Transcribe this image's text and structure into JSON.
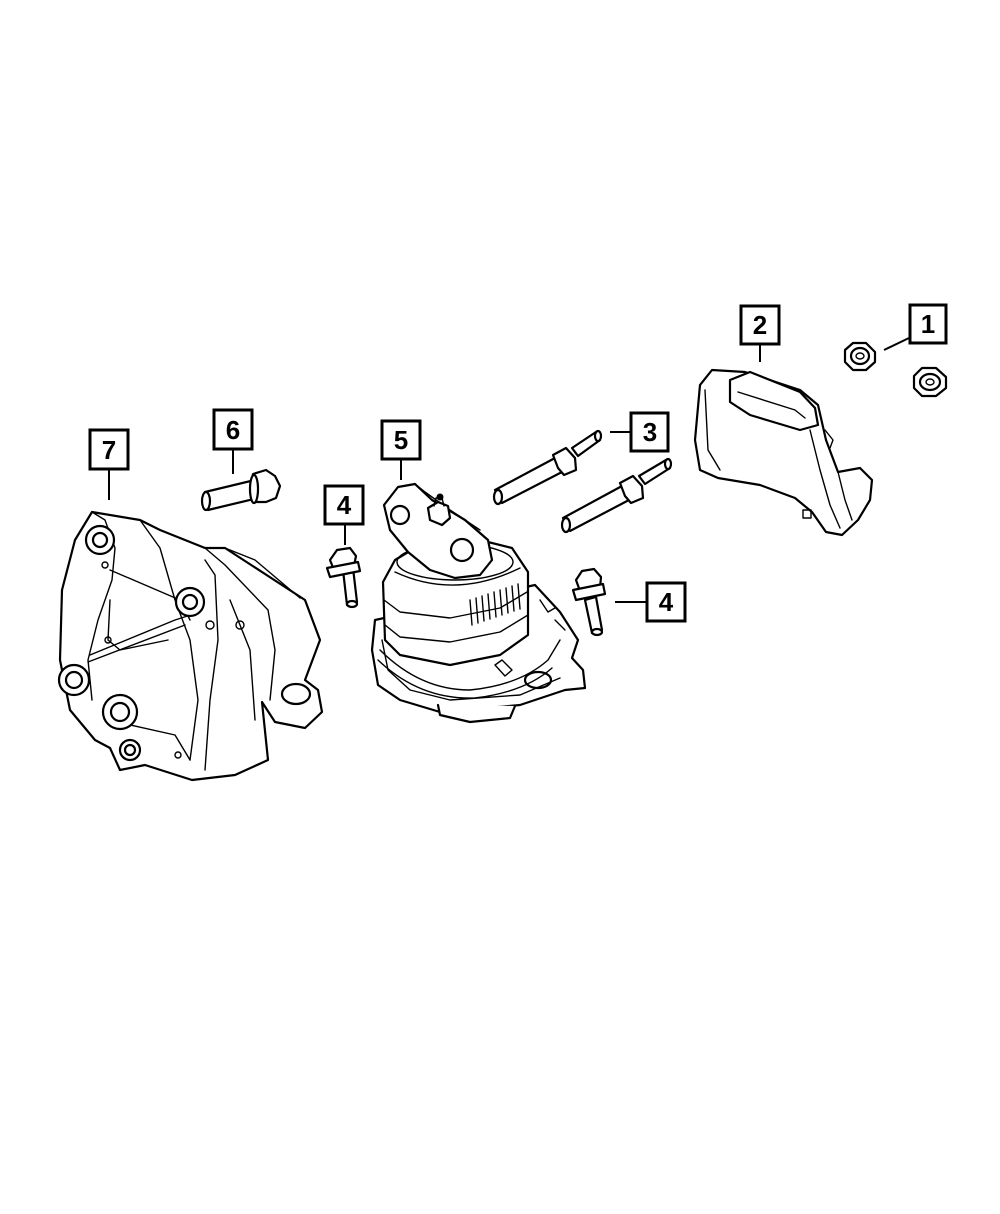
{
  "callouts": [
    {
      "number": "1"
    },
    {
      "number": "2"
    },
    {
      "number": "3"
    },
    {
      "number": "4"
    },
    {
      "number": "4"
    },
    {
      "number": "5"
    },
    {
      "number": "6"
    },
    {
      "number": "7"
    }
  ]
}
